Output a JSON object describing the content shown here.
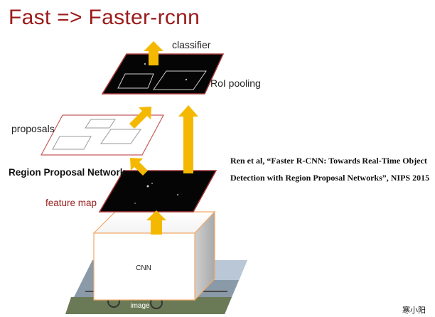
{
  "title": "Fast => Faster-rcnn",
  "labels": {
    "classifier": "classifier",
    "roi_pooling": "RoI pooling",
    "proposals": "proposals",
    "rpn": "Region Proposal Network",
    "feature_map": "feature map",
    "cnn": "CNN",
    "image": "image"
  },
  "reference": {
    "line1": "Ren et al, “Faster R-CNN: Towards Real-Time Object",
    "line2": "Detection with Region Proposal Networks”, NIPS 2015"
  },
  "watermark": "寒小阳",
  "colors": {
    "title": "#9b1b1b",
    "plane_border": "#a83a3a",
    "arrow": "#f5b800",
    "cnn_border": "#f0a96a"
  }
}
